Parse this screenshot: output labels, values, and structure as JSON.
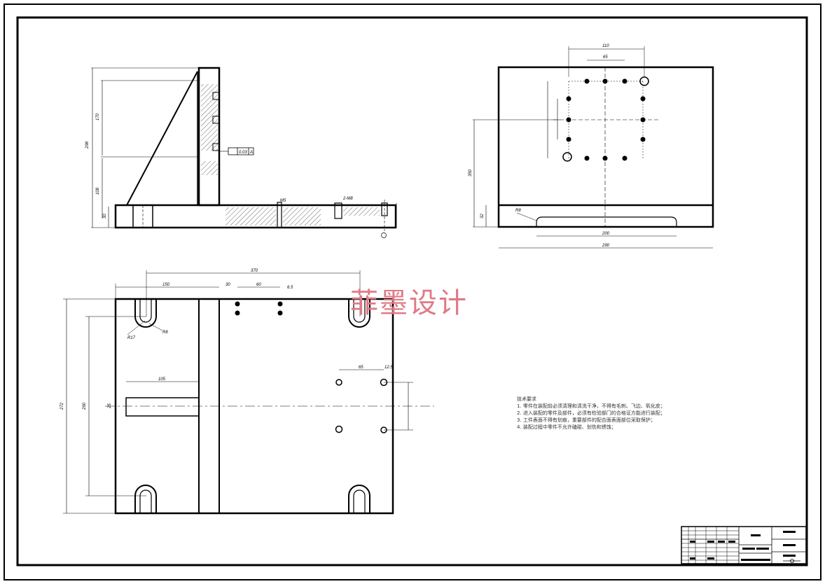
{
  "watermark": "菲墨设计",
  "notes": {
    "title": "技术要求",
    "items": [
      "1. 零件在装配前必须清理和清洗干净，不得有毛刺、飞边、氧化皮；",
      "2. 进入装配的零件及部件，必须有检验部门的合格证方能进行装配；",
      "3. 工件表面不得有划痕，重要部件的配合面表面部位采取保护；",
      "4. 装配过程中零件不允许磕碰、划伤和锈蚀；"
    ]
  },
  "dims": {
    "top_width": "110",
    "top_inner": "65",
    "side_total": "350",
    "side_base": "32",
    "side_w": "290",
    "slot_w": "200",
    "plan_total": "370",
    "plan_a": "150",
    "plan_b": "30",
    "plan_c": "60",
    "plan_d": "6.5",
    "plan_e": "105",
    "plan_f": "65",
    "plan_g": "12.5",
    "plan_h": "290",
    "plan_i": "272",
    "plan_j": "25",
    "radius_a": "R17",
    "radius_b": "R8",
    "radius_c": "R8",
    "elev_h": "298",
    "elev_h2": "170",
    "elev_h3": "108",
    "elev_h4": "30",
    "tol": "0.03",
    "datum": "A",
    "thread": "2-M8",
    "hole": "M5"
  }
}
